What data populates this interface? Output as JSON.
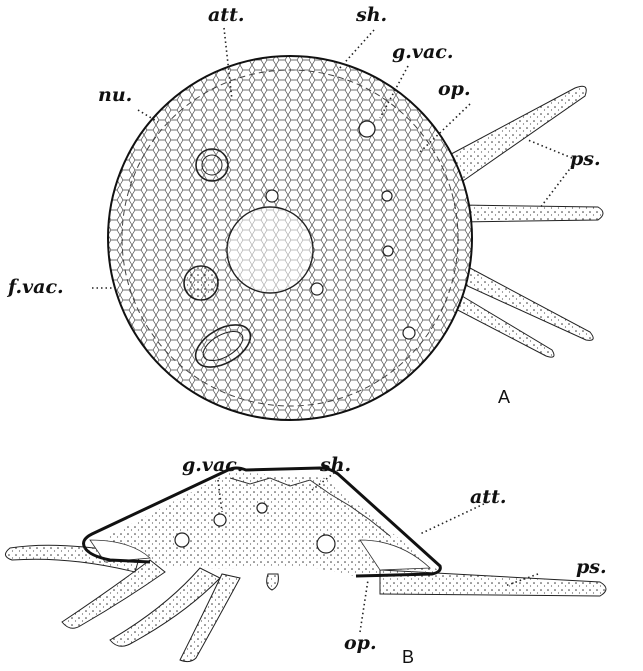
{
  "panels": {
    "a": {
      "letter": "A",
      "labels": {
        "att": "att.",
        "sh": "sh.",
        "g_vac": "g.vac.",
        "nu": "nu.",
        "op": "op.",
        "ps": "ps.",
        "f_vac": "f.vac."
      }
    },
    "b": {
      "letter": "B",
      "labels": {
        "g_vac": "g.vac.",
        "sh": "sh.",
        "att": "att.",
        "ps": "ps.",
        "op": "op."
      }
    }
  },
  "colors": {
    "ink": "#111111",
    "paper": "#ffffff"
  }
}
